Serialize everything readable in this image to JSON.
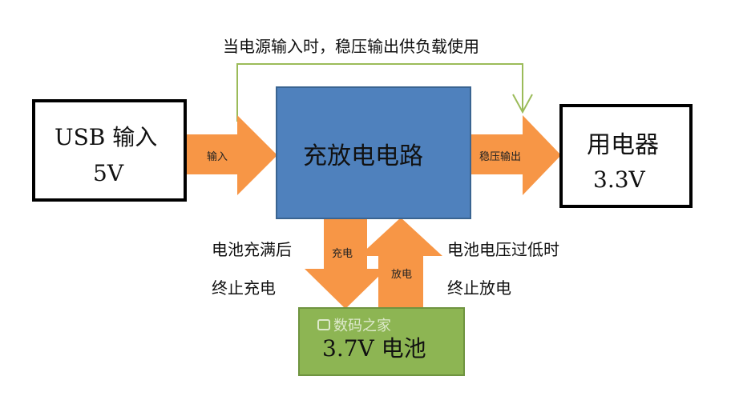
{
  "top_note": "当电源输入时，稳压输出供负载使用",
  "usb_box": {
    "line1": "USB 输入",
    "line2": "5V"
  },
  "charge_box": {
    "label": "充放电电路"
  },
  "load_box": {
    "line1": "用电器",
    "line2": "3.3V"
  },
  "battery_box": {
    "label": "3.7V 电池"
  },
  "arrows": {
    "input": "输入",
    "regulated_output": "稳压输出",
    "charge": "充电",
    "discharge": "放电"
  },
  "notes": {
    "charge_full_1": "电池充满后",
    "charge_full_2": "终止充电",
    "low_voltage_1": "电池电压过低时",
    "low_voltage_2": "终止放电"
  },
  "watermark": "数码之家",
  "colors": {
    "charge_box": "#4f81bd",
    "battery_box": "#8db553",
    "arrow": "#f79646",
    "feedback_line": "#9bbb59"
  }
}
